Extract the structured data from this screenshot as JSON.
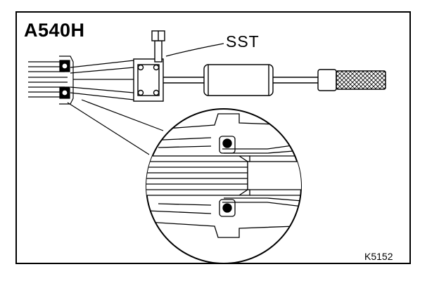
{
  "labels": {
    "model": "A540H",
    "tool": "SST",
    "reference": "K5152"
  },
  "colors": {
    "ink": "#000000",
    "paper": "#ffffff"
  }
}
